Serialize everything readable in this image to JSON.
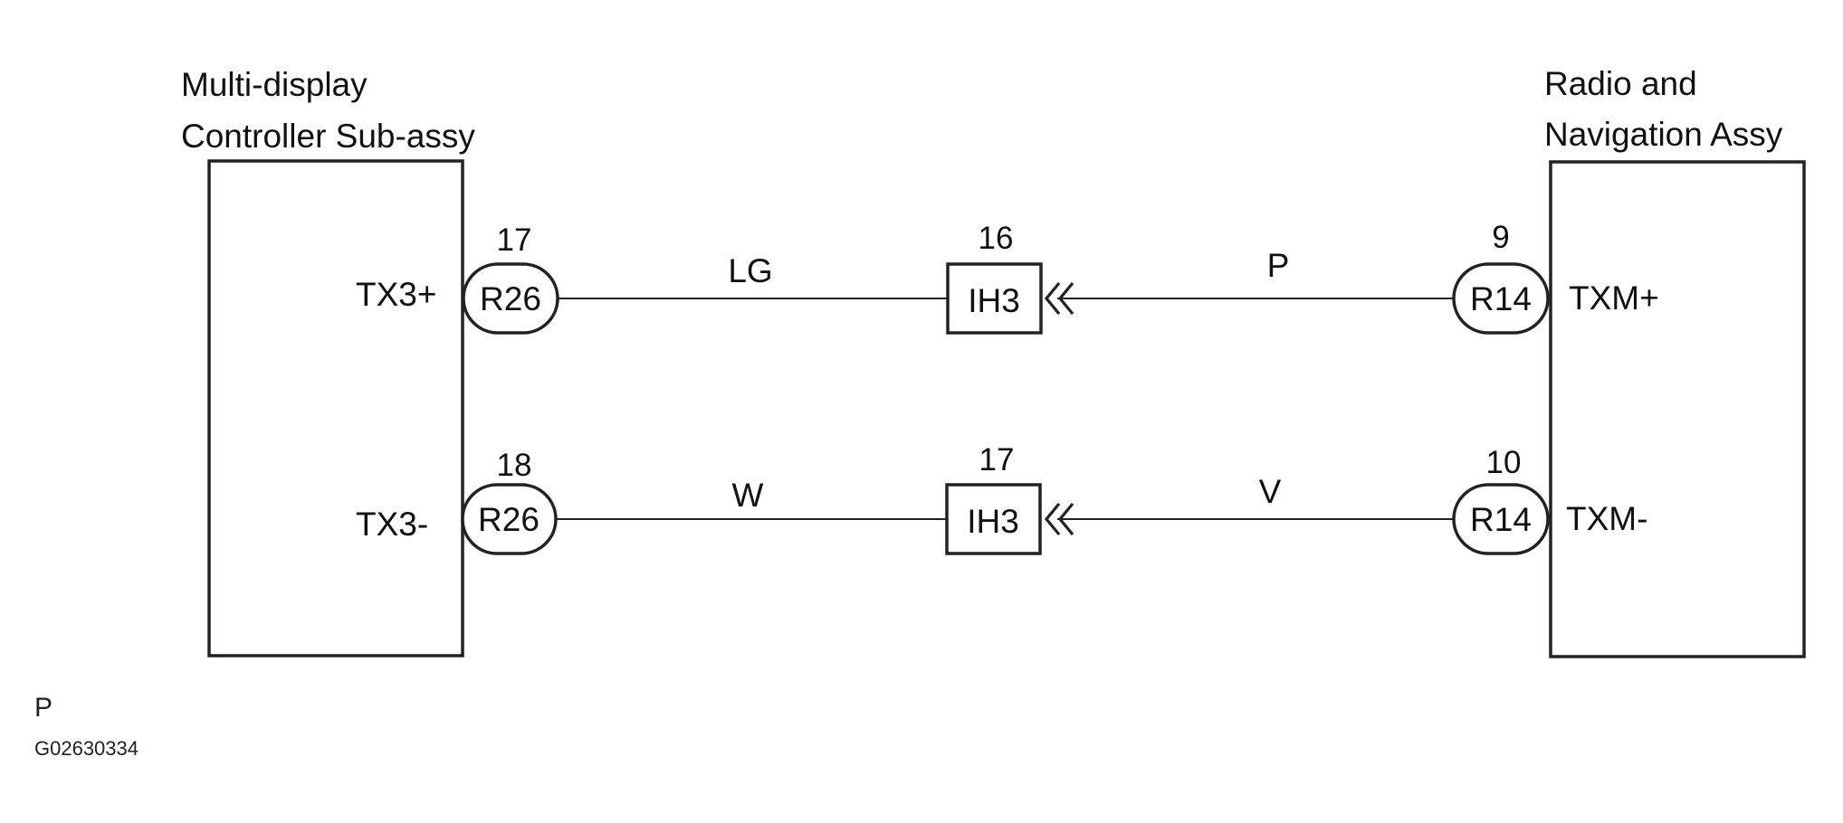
{
  "left_component": {
    "line1": "Multi-display",
    "line2": "Controller Sub-assy",
    "pins": [
      "TX3+",
      "TX3-"
    ]
  },
  "right_component": {
    "line1": "Radio and",
    "line2": "Navigation Assy",
    "pins": [
      "TXM+",
      "TXM-"
    ]
  },
  "circuits": [
    {
      "left_connector": "R26",
      "left_pin_number": "17",
      "left_wire_color": "LG",
      "junction_connector": "IH3",
      "junction_pin_number": "16",
      "right_wire_color": "P",
      "right_connector": "R14",
      "right_pin_number": "9"
    },
    {
      "left_connector": "R26",
      "left_pin_number": "18",
      "left_wire_color": "W",
      "junction_connector": "IH3",
      "junction_pin_number": "17",
      "right_wire_color": "V",
      "right_connector": "R14",
      "right_pin_number": "10"
    }
  ],
  "footer": {
    "letter": "P",
    "figure_id": "G02630334"
  }
}
